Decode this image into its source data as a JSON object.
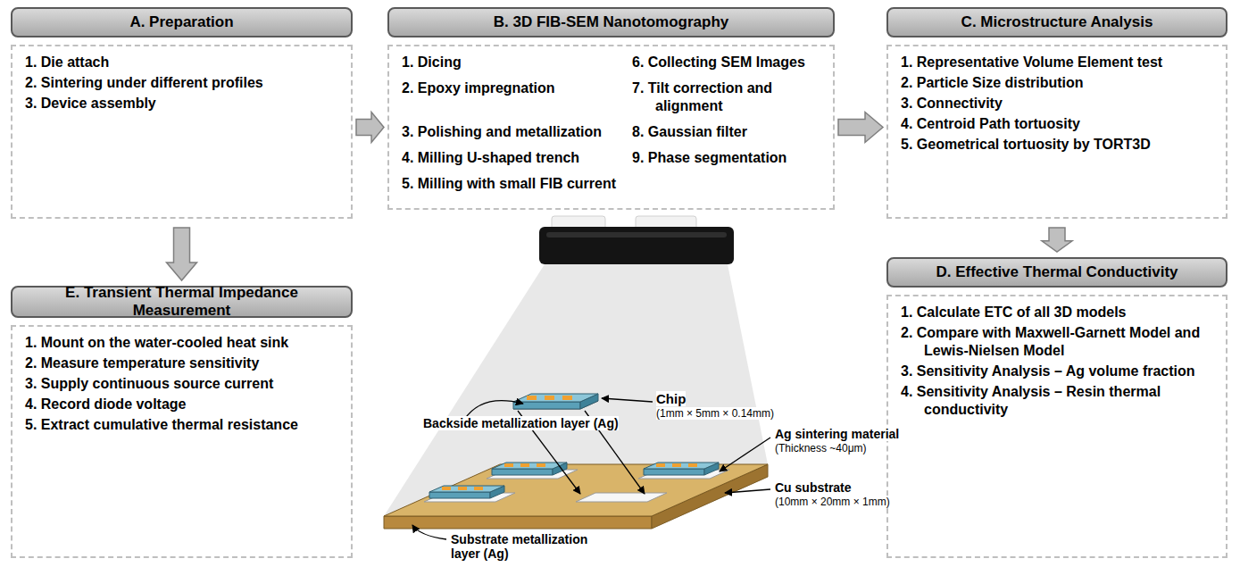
{
  "diagram": {
    "nodes": [
      {
        "text": [
          "A. Preparation"
        ]
      },
      {
        "text": [
          "1. Die attach",
          "2. Sintering under different profiles",
          "3. Device assembly"
        ]
      },
      {
        "text": [
          "B. 3D FIB-SEM Nanotomography"
        ]
      },
      {
        "text": [
          "1. Dicing",
          "2. Epoxy impregnation",
          "3. Polishing and metallization",
          "4. Milling U-shaped trench",
          "5. Milling with small FIB current",
          "6. Collecting SEM Images",
          "7. Tilt correction and alignment",
          "8. Gaussian filter",
          "9. Phase segmentation"
        ]
      },
      {
        "text": [
          "C. Microstructure Analysis"
        ]
      },
      {
        "text": [
          "1. Representative Volume Element test",
          "2. Particle Size distribution",
          "3. Connectivity",
          "4. Centroid Path tortuosity",
          "5. Geometrical tortuosity by TORT3D"
        ]
      },
      {
        "text": [
          "D. Effective Thermal Conductivity"
        ]
      },
      {
        "text": [
          "1. Calculate ETC of all 3D models",
          "2. Compare with Maxwell-Garnett Model and Lewis-Nielsen Model",
          "3. Sensitivity Analysis – Ag volume fraction",
          "4. Sensitivity Analysis – Resin thermal conductivity"
        ]
      },
      {
        "text": [
          "E. Transient Thermal Impedance Measurement"
        ]
      },
      {
        "text": [
          "1. Mount on the water-cooled heat sink",
          "2. Measure temperature sensitivity",
          "3. Supply continuous source current",
          "4. Record diode voltage",
          "5. Extract cumulative thermal resistance"
        ]
      }
    ],
    "edges": [
      {
        "from": 1,
        "to": 3,
        "arrow": "to"
      },
      {
        "from": 3,
        "to": 5,
        "arrow": "to"
      },
      {
        "from": 5,
        "to": 6,
        "arrow": "to"
      },
      {
        "from": 1,
        "to": 8,
        "arrow": "to"
      }
    ],
    "labels": [
      "Backside metallization layer (Ag)",
      "Chip",
      "(1mm × 5mm × 0.14mm)",
      "Ag sintering material",
      "(Thickness ~40μm)",
      "Cu substrate",
      "(10mm × 20mm × 1mm)",
      "Substrate metallization layer (Ag)"
    ]
  }
}
